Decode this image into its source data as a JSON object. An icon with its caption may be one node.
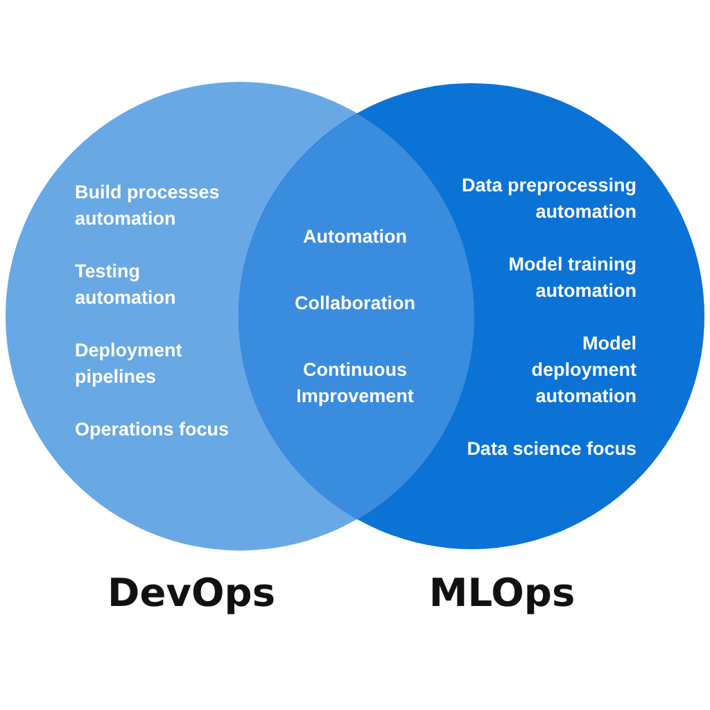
{
  "diagram": {
    "nodes": [
      {
        "text": [
          "Build processes automation",
          "Testing automation",
          "Deployment pipelines",
          "Operations focus",
          "DevOps"
        ]
      },
      {
        "text": [
          "Automation",
          "Collaboration",
          "Continuous Improvement"
        ]
      },
      {
        "text": [
          "Data preprocessing automation",
          "Model training automation",
          "Model deployment automation",
          "Data science focus",
          "MLOps"
        ]
      }
    ]
  }
}
